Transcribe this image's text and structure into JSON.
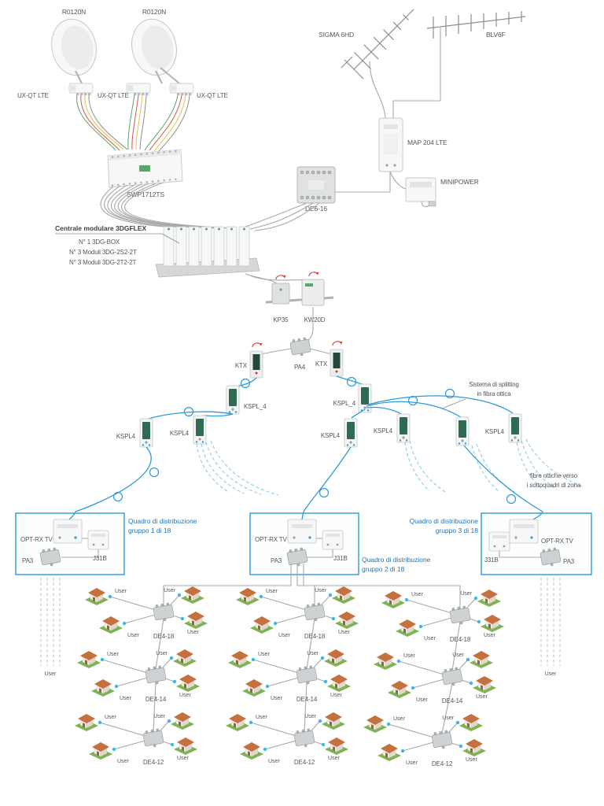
{
  "labels": {
    "user": "User"
  },
  "head": {
    "dish1": "R0120N",
    "dish2": "R0120N",
    "lnb1": "UX-QT LTE",
    "lnb2": "UX-QT LTE",
    "lnb3": "UX-QT LTE",
    "multiswitch": "SWP1712TS",
    "ant_uhf": "SIGMA 6HD",
    "ant_vhf": "BLV6F",
    "amp": "MAP 204 LTE",
    "psu": "MINIPOWER",
    "splitter": "DE6-16"
  },
  "central": {
    "title": "Centrale modulare 3DGFLEX",
    "line1": "N° 1 3DG-BOX",
    "line2": "N° 3 Moduli 3DG-2S2-2T",
    "line3": "N° 3 Moduli 3DG-2T2-2T"
  },
  "optical": {
    "kp35": "KP35",
    "kw20d": "KW20D",
    "pa4": "PA4",
    "ktx1": "KTX",
    "ktx2": "KTX",
    "kspl_a": "KSPL_4",
    "kspl_b": "KSPL_4",
    "kspl_level2": [
      "KSPL4",
      "KSPL4",
      "KSPL4",
      "KSPL4",
      "KSPL4"
    ],
    "note_split_1": "Sistema di splitting",
    "note_split_2": "in fibra ottica",
    "note_fiber_1": "fibre ottiche verso",
    "note_fiber_2": "i sottoquadri di zona"
  },
  "boxes": {
    "box1": {
      "optrx": "OPT-RX TV",
      "j31b": "J31B",
      "pa3": "PA3",
      "caption_1": "Quadro di distribuzione",
      "caption_2": "gruppo 1 di 18"
    },
    "box2": {
      "optrx": "OPT-RX TV",
      "j31b": "J31B",
      "pa3": "PA3",
      "caption_1": "Quadro di distribuzione",
      "caption_2": "gruppo 2 di 18"
    },
    "box3": {
      "optrx": "OPT-RX TV",
      "j31b": "J31B",
      "pa3": "PA3",
      "caption_1": "Quadro di distribuzione",
      "caption_2": "gruppo 3 di 18"
    }
  },
  "taps": {
    "col1": [
      "DE4-18",
      "DE4-14",
      "DE4-12"
    ],
    "col2": [
      "DE4-18",
      "DE4-14",
      "DE4-12"
    ],
    "col3": [
      "DE4-18",
      "DE4-14",
      "DE4-12"
    ]
  }
}
